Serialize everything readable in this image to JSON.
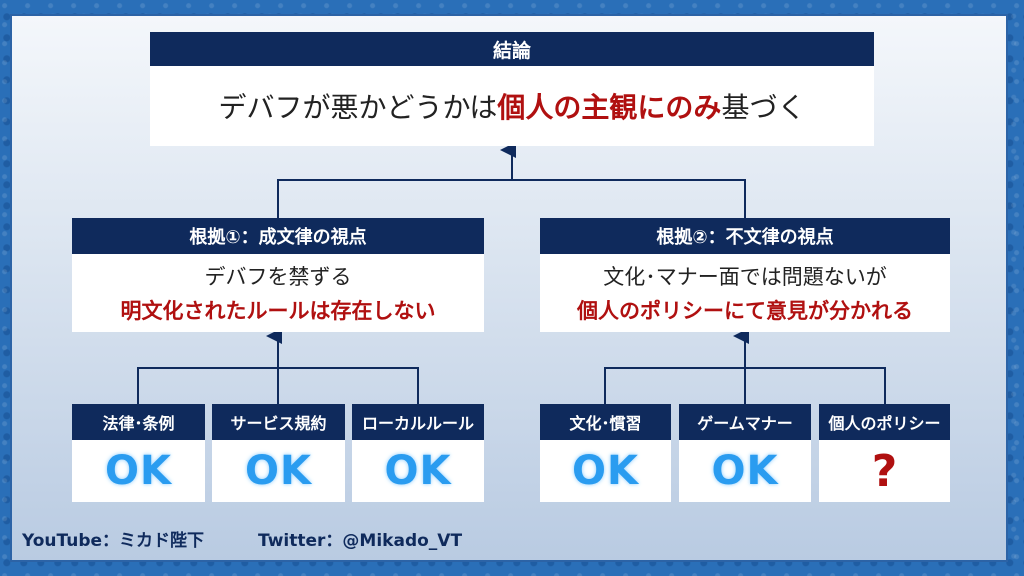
{
  "conclusion": {
    "header": "結論",
    "text_before": "デバフが悪かどうかは",
    "text_highlight": "個人の主観にのみ",
    "text_after": "基づく"
  },
  "reasons": [
    {
      "header": "根拠①：成文律の視点",
      "line1": "デバフを禁ずる",
      "line2": "明文化されたルールは存在しない",
      "items": [
        {
          "label": "法律･条例",
          "value": "OK"
        },
        {
          "label": "サービス規約",
          "value": "OK"
        },
        {
          "label": "ローカルルール",
          "value": "OK"
        }
      ]
    },
    {
      "header": "根拠②：不文律の視点",
      "line1": "文化･マナー面では問題ないが",
      "line2": "個人のポリシーにて意見が分かれる",
      "items": [
        {
          "label": "文化･慣習",
          "value": "OK"
        },
        {
          "label": "ゲームマナー",
          "value": "OK"
        },
        {
          "label": "個人のポリシー",
          "value": "?"
        }
      ]
    }
  ],
  "footer": {
    "youtube": "YouTube：ミカド陛下",
    "twitter": "Twitter：@Mikado_VT"
  },
  "colors": {
    "header_bg": "#0f2a5c",
    "highlight": "#b01010",
    "ok": "#2a9cf0",
    "border": "#2c63a6"
  }
}
